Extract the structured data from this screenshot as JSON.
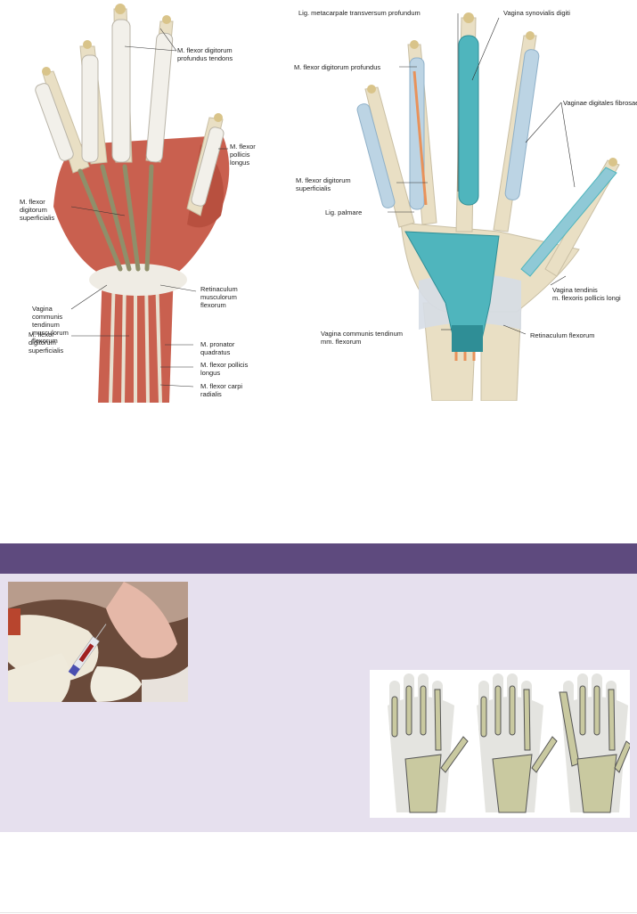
{
  "left_figure": {
    "labels": [
      "M. flexor digitorum\nprofundus tendons",
      "M. flexor\npollicis\nlongus",
      "M. flexor\ndigitorum\nsuperficialis",
      "Vagina\ncommunis\ntendinum\nmusculorum\nflexorum",
      "Retinaculum\nmusculorum\nflexorum",
      "M. pronator\nquadratus",
      "M. flexor\ndigitorum\nsuperficialis",
      "M. flexor pollicis\nlongus",
      "M. flexor carpi\nradialis"
    ]
  },
  "right_figure": {
    "labels": [
      "Lig. metacarpale transversum profundum",
      "Vagina synovialis digiti",
      "M. flexor digitorum profundus",
      "Vaginae digitales fibrosae",
      "M. flexor digitorum\nsuperficialis",
      "Lig. palmare",
      "Vagina tendinis\nm. flexoris pollicis longi",
      "Vagina communis tendinum\nmm. flexorum",
      "Retinaculum flexorum"
    ]
  },
  "colors": {
    "header_bar": "#5e4a7e",
    "panel_bg": "#e6e0ee",
    "sheath_blue": "#4fb5bd",
    "muscle_red": "#c9604f",
    "bone": "#e9dfc4",
    "tendon_olive": "#c9c9a0"
  }
}
